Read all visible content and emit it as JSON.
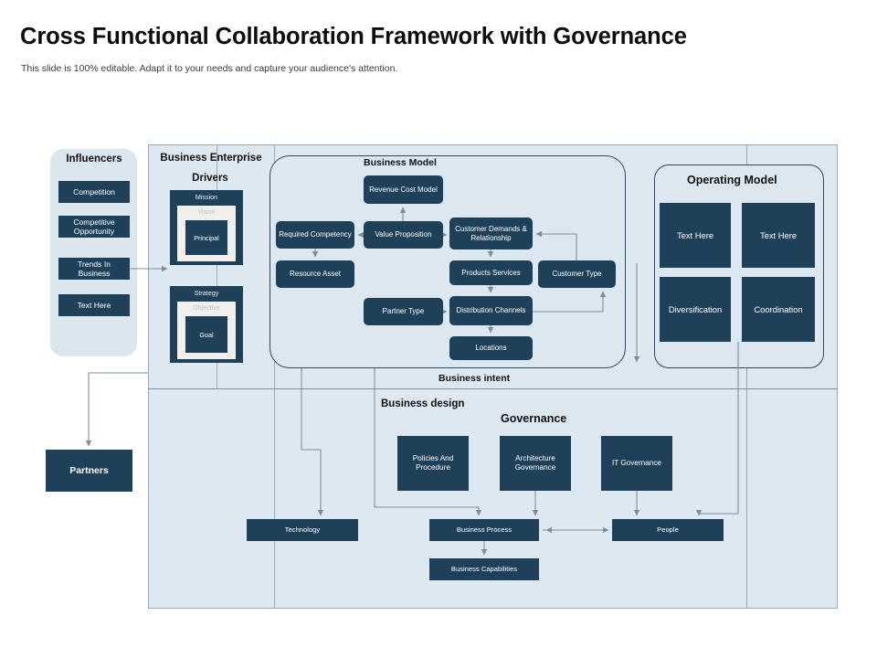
{
  "slide": {
    "title": "Cross Functional Collaboration  Framework with Governance",
    "subtitle": "This slide is 100% editable. Adapt it to your needs and capture your audience's attention.",
    "accent_dark": "#1e4159",
    "accent_panel": "#dde8f0",
    "accent_light_panel": "#dbe6ef",
    "border_color": "#9aabb7",
    "connector_color": "#7d8f9c"
  },
  "influencers": {
    "heading": "Influencers",
    "items": [
      {
        "label": "Competition"
      },
      {
        "label": "Competitive Opportunity"
      },
      {
        "label": "Trends  In Business"
      },
      {
        "label": "Text Here"
      }
    ]
  },
  "partners": {
    "label": "Partners"
  },
  "enterprise": {
    "heading": "Business Enterprise",
    "drivers_heading": "Drivers",
    "drivers": [
      {
        "outer": "Mission",
        "middle": "Vision",
        "inner": "Principal"
      },
      {
        "outer": "Strategy",
        "middle": "Objective",
        "inner": "Goal"
      }
    ]
  },
  "business_model": {
    "heading": "Business Model",
    "nodes": {
      "revenue_cost_model": "Revenue Cost Model",
      "required_competency": "Required Competency",
      "value_proposition": "Value Proposition",
      "customer_demands": "Customer Demands  & Relationship",
      "resource_asset": "Resource Asset",
      "products_services": "Products Services",
      "customer_type": "Customer Type",
      "partner_type": "Partner Type",
      "distribution_channels": "Distribution Channels",
      "locations": "Locations"
    }
  },
  "operating_model": {
    "heading": "Operating Model",
    "cells": [
      {
        "label": "Text Here"
      },
      {
        "label": "Text Here"
      },
      {
        "label": "Diversification"
      },
      {
        "label": "Coordination"
      }
    ]
  },
  "business_intent": {
    "heading": "Business intent"
  },
  "business_design": {
    "heading": "Business design",
    "governance_heading": "Governance",
    "governance_items": [
      {
        "label": "Policies And Procedure"
      },
      {
        "label": "Architecture Governance"
      },
      {
        "label": "IT Governance"
      }
    ],
    "bottom_items": {
      "technology": "Technology",
      "business_process": "Business  Process",
      "people": "People",
      "business_capabilities": "Business  Capabilities"
    }
  }
}
